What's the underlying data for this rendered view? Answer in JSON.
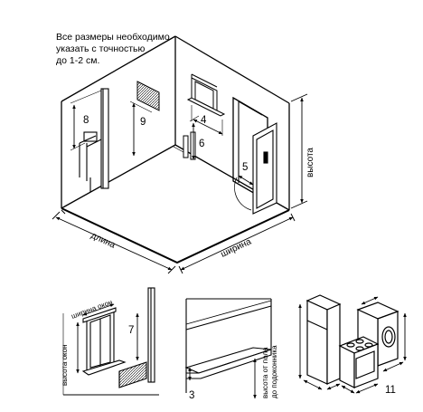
{
  "note": {
    "lines": [
      "Все размеры необходимо",
      "указать с точностью",
      "до 1-2 см."
    ]
  },
  "room": {
    "length_label": "длина",
    "width_label": "ширина",
    "height_label": "высота",
    "numbers": [
      "8",
      "9",
      "4",
      "6",
      "5"
    ]
  },
  "window_detail": {
    "window_width_label": "ширина окон",
    "window_height_label": "высота окон",
    "number": "7"
  },
  "sill_detail": {
    "number": "3",
    "sill_height_label_1": "высота от пола",
    "sill_height_label_2": "до подоконника"
  },
  "appliances": {
    "number": "11"
  }
}
